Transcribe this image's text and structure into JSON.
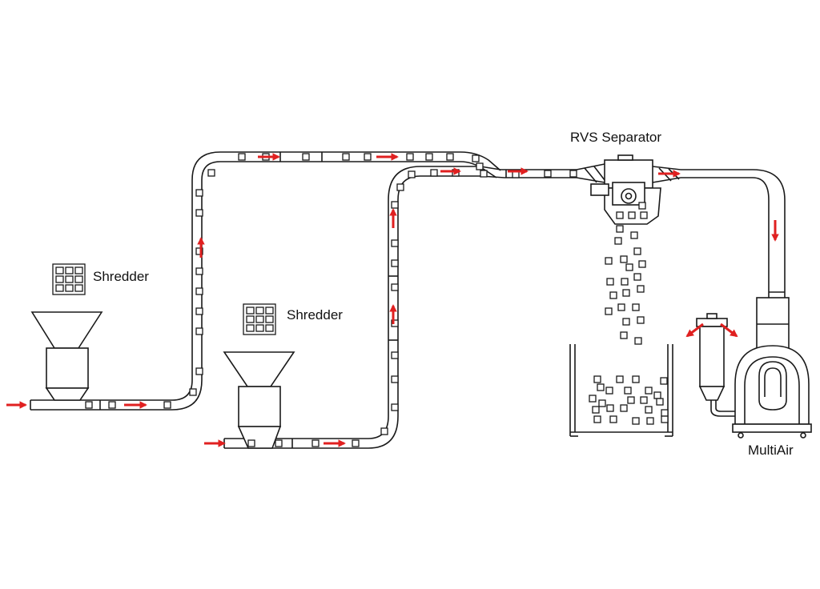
{
  "labels": {
    "shredder_1": "Shredder",
    "shredder_2": "Shredder",
    "rvs_separator": "RVS Separator",
    "multiair": "MultiAir"
  },
  "colors": {
    "line": "#1a1a1a",
    "flow_arrow": "#e02020",
    "background": "#ffffff"
  },
  "icons": {
    "shredder": "grid-of-squares-icon",
    "flow": "red-arrow-icon",
    "particle": "square-chip-icon"
  }
}
